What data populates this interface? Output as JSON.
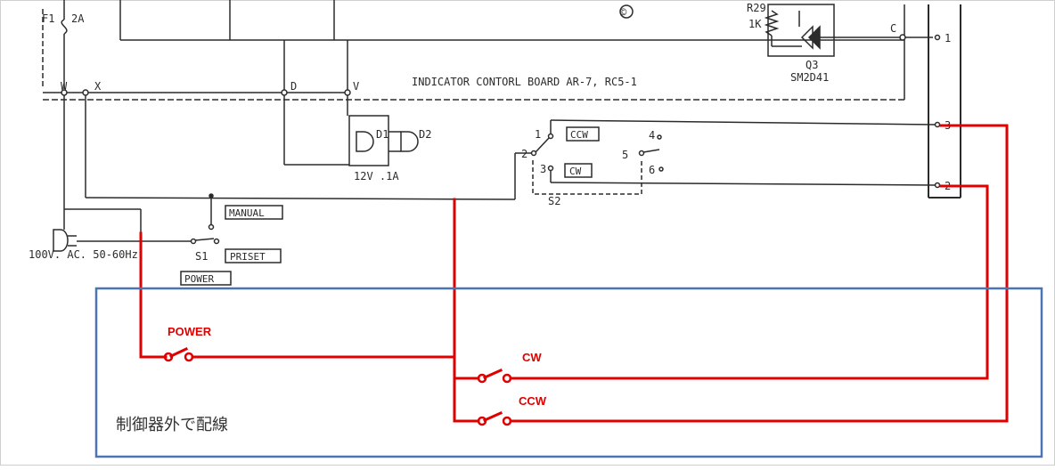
{
  "diagram": {
    "board_title": "INDICATOR CONTORL BOARD  AR-7, RC5-1",
    "fuse_label": "F1",
    "fuse_rating": "2A",
    "copyright_mark": "©",
    "resistor_label": "R29",
    "resistor_value": "1K",
    "triac_label": "Q3",
    "triac_part": "SM2D41",
    "node_c": "C",
    "node_w": "W",
    "node_x": "X",
    "node_d": "D",
    "node_v": "V",
    "terminal_1": "1",
    "terminal_2": "2",
    "terminal_3": "3",
    "diode_d1": "D1",
    "diode_d2": "D2",
    "lamp_rating": "12V .1A",
    "sw_pos_1": "1",
    "sw_pos_2": "2",
    "sw_pos_3": "3",
    "sw_pos_4": "4",
    "sw_pos_5": "5",
    "sw_pos_6": "6",
    "ccw_box": "CCW",
    "cw_box": "CW",
    "switch_s2": "S2",
    "manual_box": "MANUAL",
    "preset_box": "PRISET",
    "power_box": "POWER",
    "switch_s1": "S1",
    "supply_label": "100V. AC. 50-60Hz"
  },
  "overlay": {
    "power_label": "POWER",
    "cw_label": "CW",
    "ccw_label": "CCW",
    "external_wiring_note": "制御器外で配線"
  },
  "colors": {
    "schematic_ink": "#2b2b2b",
    "added_wiring": "#e00000",
    "outline_box": "#4a74b4"
  }
}
